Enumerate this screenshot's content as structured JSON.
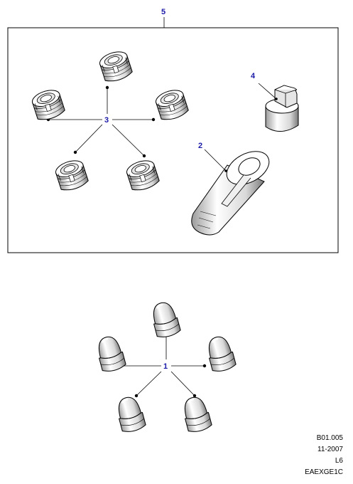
{
  "callouts": {
    "c1": "1",
    "c2": "2",
    "c3": "3",
    "c4": "4",
    "c5": "5"
  },
  "reference": {
    "code": "B01.005",
    "date": "11-2007",
    "level": "L6",
    "illustration_id": "EAEXGE1C"
  },
  "colors": {
    "callout": "#1a1aa8",
    "line": "#000000",
    "part_fill": "#ffffff",
    "shade": "#bdbdbd"
  },
  "icons": {
    "locking_wheel_nut": "locking-wheel-nut-icon",
    "key": "locking-key-icon",
    "socket_adapter": "socket-adapter-icon",
    "wheel_nut": "wheel-nut-icon"
  }
}
